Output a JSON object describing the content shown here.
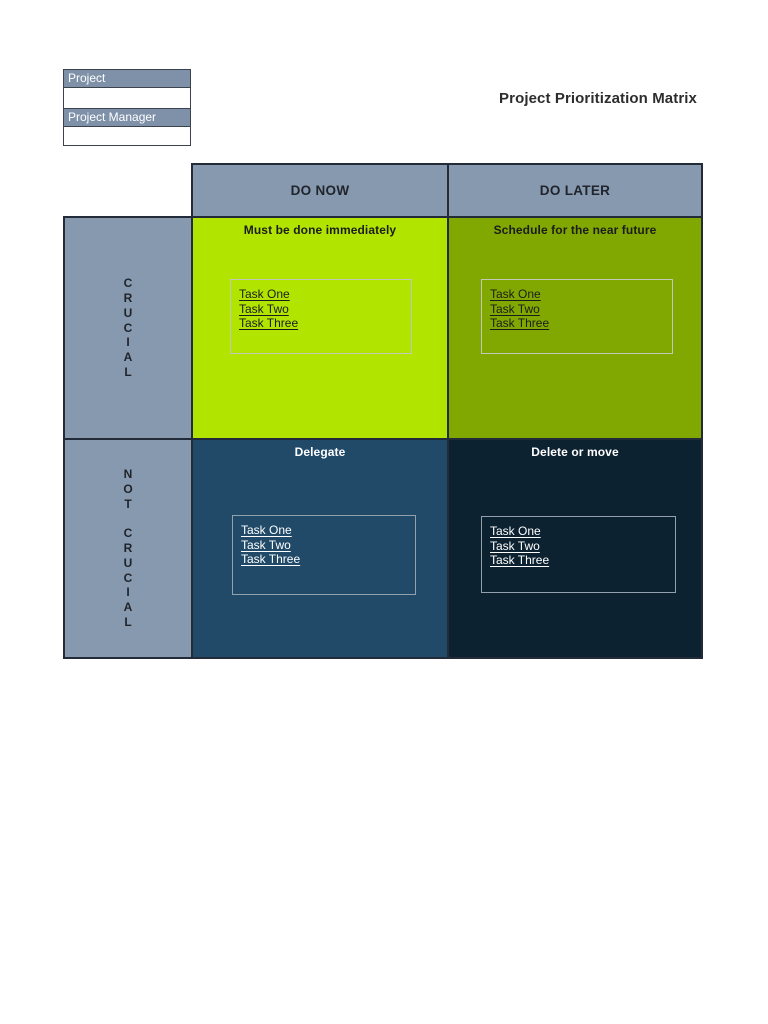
{
  "title": "Project Prioritization Matrix",
  "project_fields": {
    "project_label": "Project",
    "project_value": "",
    "manager_label": "Project Manager",
    "manager_value": ""
  },
  "matrix": {
    "column_headers": [
      {
        "label": "DO NOW"
      },
      {
        "label": "DO LATER"
      }
    ],
    "row_headers": [
      {
        "label": "CRUCIAL"
      },
      {
        "label": "NOT CRUCIAL"
      }
    ],
    "quadrants": [
      {
        "name": "crucial-do-now",
        "subtitle": "Must be done immediately",
        "bg": "#b1e500",
        "text_color": "#1c1c1c",
        "tasks": [
          "Task One",
          "Task Two",
          "Task Three"
        ]
      },
      {
        "name": "crucial-do-later",
        "subtitle": "Schedule for the near future",
        "bg": "#80a800",
        "text_color": "#1c1c1c",
        "tasks": [
          "Task One",
          "Task Two",
          "Task Three"
        ]
      },
      {
        "name": "not-crucial-do-now",
        "subtitle": "Delegate",
        "bg": "#204a68",
        "text_color": "#ffffff",
        "tasks": [
          "Task One",
          "Task Two",
          "Task Three"
        ]
      },
      {
        "name": "not-crucial-do-later",
        "subtitle": "Delete or move",
        "bg": "#0d2231",
        "text_color": "#ffffff",
        "tasks": [
          "Task One",
          "Task Two",
          "Task Three"
        ]
      }
    ]
  },
  "colors": {
    "matrix_header_fill": "#8799ae",
    "field_header_fill": "#7e91a9",
    "grid_border": "#222b37",
    "crucial_do_now_fill": "#b1e500",
    "crucial_do_later_fill": "#80a800",
    "not_crucial_do_now_fill": "#204a68",
    "not_crucial_do_later_fill": "#0d2231"
  }
}
